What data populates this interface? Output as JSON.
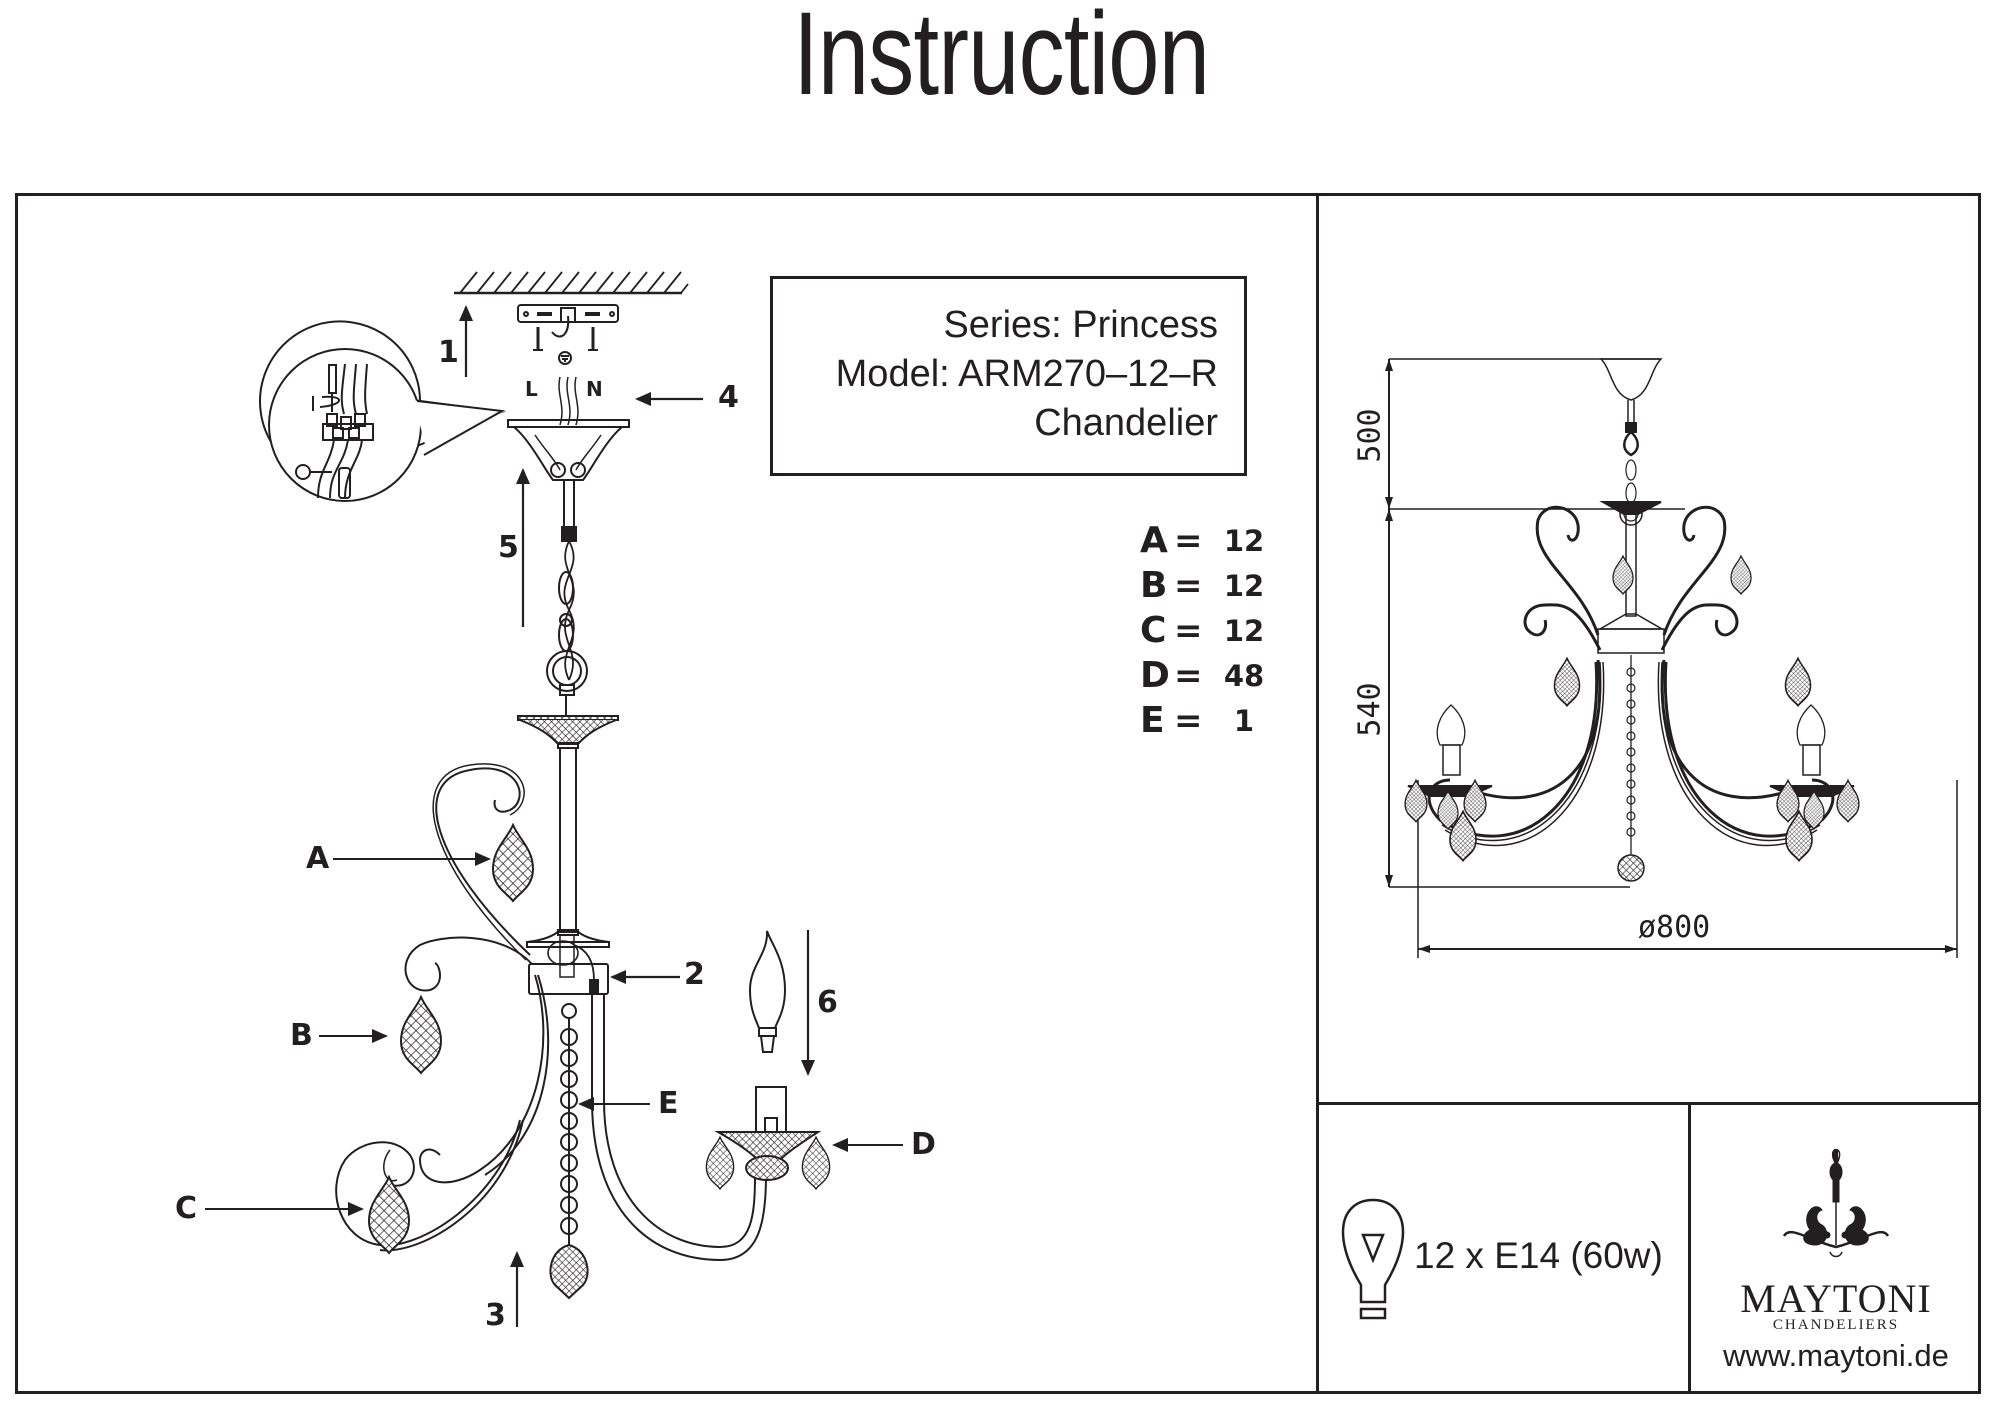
{
  "page_title": "Instruction",
  "product": {
    "series_line": "Series: Princess",
    "model_line": "Model: ARM270–12–R",
    "type_line": "Chandelier"
  },
  "parts": [
    {
      "label": "A",
      "eq": "=",
      "qty": "12"
    },
    {
      "label": "B",
      "eq": "=",
      "qty": "12"
    },
    {
      "label": "C",
      "eq": "=",
      "qty": "12"
    },
    {
      "label": "D",
      "eq": "=",
      "qty": "48"
    },
    {
      "label": "E",
      "eq": "=",
      "qty": "1"
    }
  ],
  "assembly": {
    "steps": [
      "1",
      "2",
      "3",
      "4",
      "5",
      "6"
    ],
    "callouts": [
      "A",
      "B",
      "C",
      "D",
      "E"
    ],
    "wire_labels": {
      "live": "L",
      "neutral": "N"
    },
    "icons": [
      "ceiling-mount-bracket-icon",
      "ground-symbol-icon",
      "screwdriver-icon",
      "terminal-block-icon",
      "candle-bulb-icon",
      "crystal-pendant-icon",
      "crystal-ball-icon"
    ]
  },
  "dimensions": {
    "drop_height": "500",
    "body_height": "540",
    "diameter": "ø800",
    "unit_note": ""
  },
  "specs": {
    "bulb": "12 x E14 (60w)",
    "bulb_icon": "light-bulb-icon"
  },
  "brand": {
    "name": "MAYTONI",
    "tagline": "CHANDELIERS",
    "website": "www.maytoni.de",
    "logo_icon": "ornament-chandelier-logo-icon"
  },
  "colors": {
    "ink": "#231f20",
    "background": "#ffffff"
  }
}
